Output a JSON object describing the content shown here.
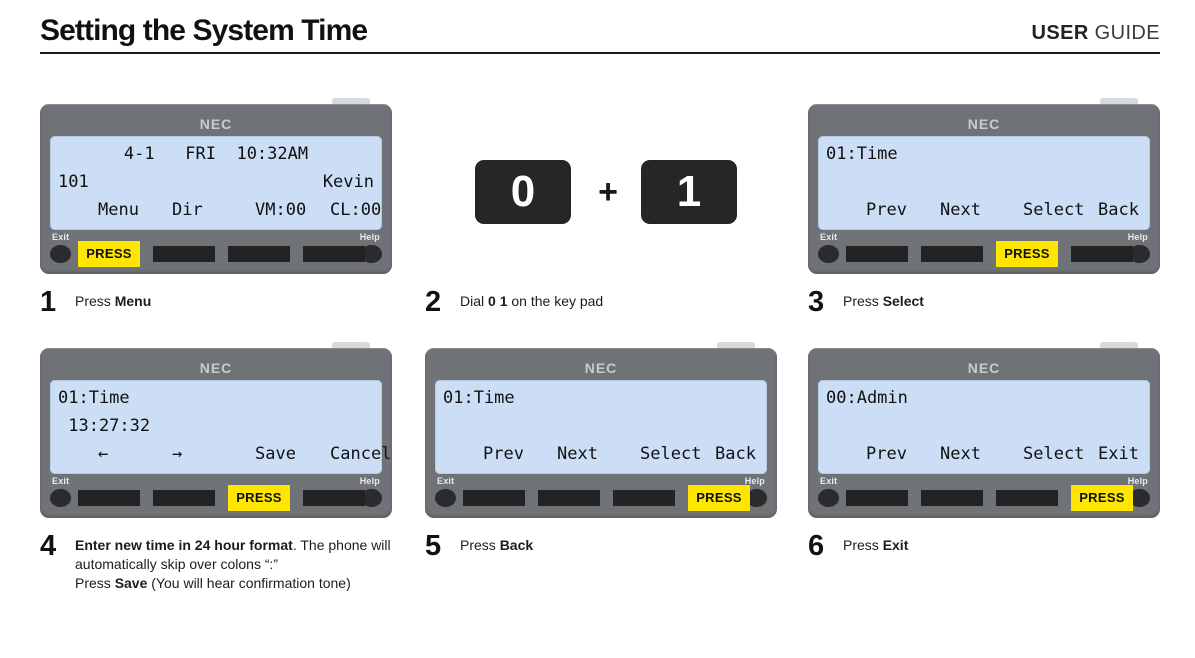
{
  "header": {
    "title": "Setting the System Time",
    "guide_bold": "USER",
    "guide_light": "GUIDE"
  },
  "phone": {
    "brand": "NEC",
    "exit_label": "Exit",
    "help_label": "Help",
    "press_label": "PRESS"
  },
  "keypad": {
    "key1": "0",
    "plus": "+",
    "key2": "1"
  },
  "steps": [
    {
      "number": "1",
      "caption_html": "Press <b>Menu</b>",
      "type": "phone",
      "lcd": {
        "line1_left": "",
        "line1_center": "4-1   FRI  10:32AM",
        "line2_left": "101",
        "line2_right": "Kevin",
        "softkeys": [
          "Menu",
          "Dir",
          "VM:00",
          "CL:00"
        ]
      },
      "press_index": 0
    },
    {
      "number": "2",
      "caption_html": "Dial <b>0 1</b> on the key pad",
      "type": "keypad"
    },
    {
      "number": "3",
      "caption_html": "Press <b>Select</b>",
      "type": "phone",
      "lcd": {
        "line1_left": "01:Time",
        "line1_center": "",
        "line2_left": "",
        "line2_right": "",
        "softkeys": [
          "Prev",
          "Next",
          "Select",
          "Back"
        ]
      },
      "press_index": 2
    },
    {
      "number": "4",
      "caption_html": "<b>Enter new time in 24 hour format</b>. The phone will automatically skip over colons “:”\nPress <b>Save</b> (You will hear confirmation tone)",
      "type": "phone",
      "lcd": {
        "line1_left": "01:Time",
        "line1_center": "",
        "line2_left": " 13:27:32",
        "line2_right": "",
        "softkeys": [
          "←",
          "→",
          "Save",
          "Cancel"
        ]
      },
      "press_index": 2
    },
    {
      "number": "5",
      "caption_html": "Press <b>Back</b>",
      "type": "phone",
      "lcd": {
        "line1_left": "01:Time",
        "line1_center": "",
        "line2_left": "",
        "line2_right": "",
        "softkeys": [
          "Prev",
          "Next",
          "Select",
          "Back"
        ]
      },
      "press_index": 3
    },
    {
      "number": "6",
      "caption_html": "Press <b>Exit</b>",
      "type": "phone",
      "lcd": {
        "line1_left": "00:Admin",
        "line1_center": "",
        "line2_left": "",
        "line2_right": "",
        "softkeys": [
          "Prev",
          "Next",
          "Select",
          "Exit"
        ]
      },
      "press_index": 3
    }
  ],
  "colors": {
    "press_yellow": "#ffe600",
    "lcd_blue": "#cbdef5",
    "bezel_gray": "#6f7276",
    "key_dark": "#232323"
  }
}
